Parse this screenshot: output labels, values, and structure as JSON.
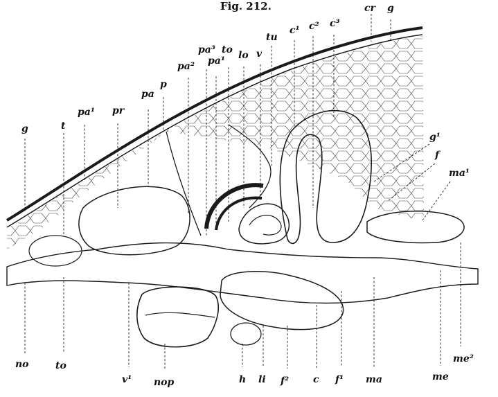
{
  "figure": {
    "title": "Fig. 212."
  },
  "labels": {
    "top": [
      "g",
      "t",
      "pa¹",
      "pr",
      "pa",
      "p",
      "pa²",
      "pa³",
      "pa¹",
      "to",
      "lo",
      "v",
      "tu",
      "c¹",
      "c²",
      "c³",
      "cr",
      "g"
    ],
    "right": [
      "g¹",
      "f",
      "ma¹"
    ],
    "bottom": [
      "no",
      "to",
      "v¹",
      "nop",
      "h",
      "li",
      "f²",
      "c",
      "f¹",
      "ma",
      "me",
      "me²"
    ]
  },
  "colors": {
    "ink": "#1a1a1a",
    "background": "#ffffff",
    "shade": "#6a6a6a"
  }
}
